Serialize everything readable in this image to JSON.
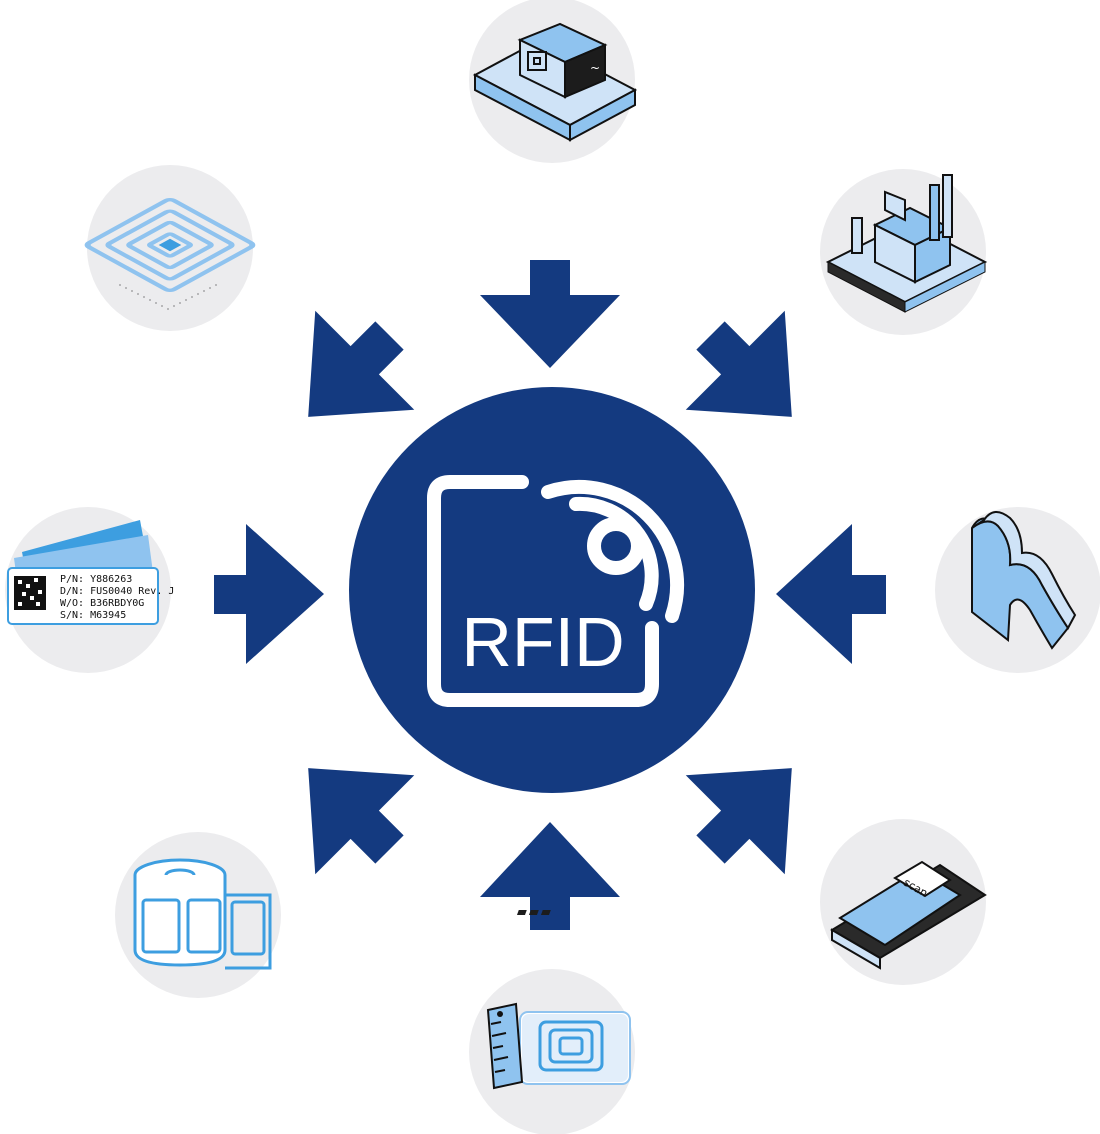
{
  "center": {
    "label": "RFID",
    "color": "#143a80"
  },
  "colors": {
    "arrow": "#143a80",
    "circle_bg": "#ececee",
    "icon_blue": "#8fc3ef",
    "icon_light": "#cfe3f7",
    "icon_dark": "#111111"
  },
  "tag_label": {
    "lines": [
      "P/N: Y886263",
      "D/N: FUS0040 Rev. J",
      "W/O: B36RBDY0G",
      "S/N: M63945"
    ]
  },
  "scanner": {
    "screen_text": "scan"
  },
  "icons": [
    {
      "name": "pallet-boxes-icon"
    },
    {
      "name": "factory-icon"
    },
    {
      "name": "flexible-material-icon"
    },
    {
      "name": "handheld-scanner-icon"
    },
    {
      "name": "rfid-card-ruler-icon"
    },
    {
      "name": "label-roll-icon"
    },
    {
      "name": "asset-tag-label-icon"
    },
    {
      "name": "rfid-inlay-icon"
    }
  ]
}
